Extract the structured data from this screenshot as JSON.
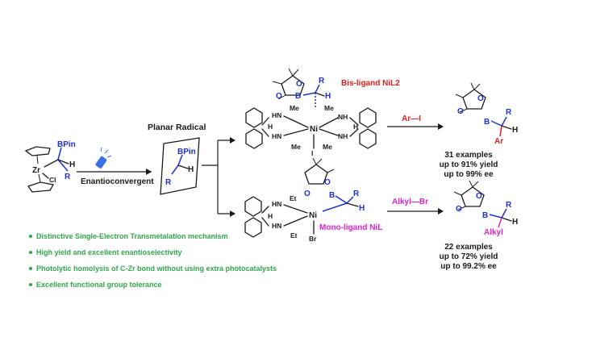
{
  "left": {
    "bpin": "BPin",
    "h": "H",
    "r": "R",
    "zr": "Zr",
    "cl": "Cl",
    "condition": "Enantioconvergent"
  },
  "radical": {
    "title": "Planar Radical",
    "bpin": "BPin",
    "h": "H",
    "r": "R"
  },
  "bis": {
    "title": "Bis-ligand NiL2",
    "o1": "O",
    "o2": "O",
    "b": "B",
    "r": "R",
    "h": "H",
    "ni": "Ni",
    "me": "Me",
    "hn": "HN",
    "nh": "NH",
    "hh": "H",
    "i": "I"
  },
  "mono": {
    "title": "Mono-ligand NiL",
    "o1": "O",
    "o2": "O",
    "b": "B",
    "r": "R",
    "h": "H",
    "ni": "Ni",
    "et": "Et",
    "hn": "HN",
    "br": "Br",
    "hh": "H"
  },
  "top_path": {
    "reagent": "Ar—I",
    "product_o1": "O",
    "product_o2": "O",
    "product_b": "B",
    "product_r": "R",
    "product_h": "H",
    "product_sub": "Ar",
    "results": [
      "31 examples",
      "up to 91% yield",
      "up to 99% ee"
    ]
  },
  "bottom_path": {
    "reagent": "Alkyl—Br",
    "product_o1": "O",
    "product_o2": "O",
    "product_b": "B",
    "product_r": "R",
    "product_h": "H",
    "product_sub": "Alkyl",
    "results": [
      "22 examples",
      "up to 72% yield",
      "up to 99.2% ee"
    ]
  },
  "highlights": [
    "Distinctive Single-Electron Transmetalation mechanism",
    "High yield and excellent enantioselectivity",
    "Photolytic homolysis of C-Zr bond without using extra photocatalysts",
    "Excellent functional group tolerance"
  ],
  "colors": {
    "blue": "#1f2fd6",
    "red": "#e02020",
    "magenta": "#e020d0",
    "green": "#2fa84a",
    "black": "#1a1a1a"
  }
}
